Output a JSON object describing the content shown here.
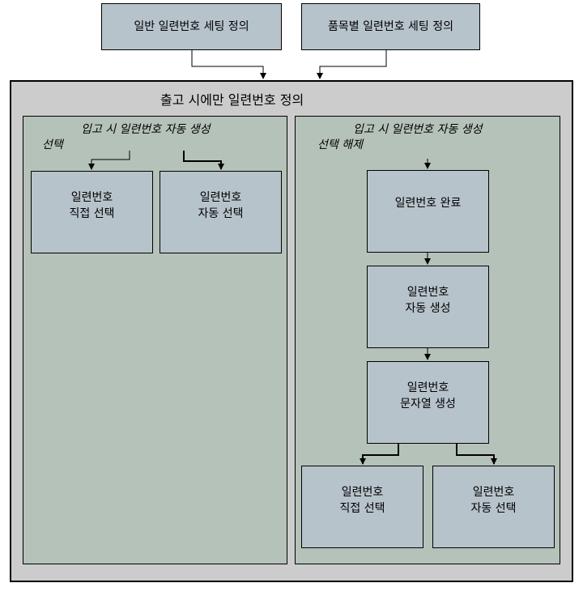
{
  "top": {
    "general_setting": "일반 일련번호 세팅 정의",
    "item_setting": "품목별 일련번호 세팅 정의"
  },
  "outer": {
    "title": "출고 시에만 일련번호 정의"
  },
  "left_panel": {
    "heading_line1": "입고 시 일련번호 자동 생성",
    "heading_line2": "선택",
    "boxes": [
      "일련번호\n직접 선택",
      "일련번호\n자동 선택"
    ]
  },
  "right_panel": {
    "heading_line1": "입고 시 일련번호 자동 생성",
    "heading_line2": "선택 해제",
    "steps": [
      "일련번호 완료",
      "일련번호\n자동 생성",
      "일련번호\n문자열 생성"
    ],
    "boxes": [
      "일련번호\n직접 선택",
      "일련번호\n자동 선택"
    ]
  }
}
